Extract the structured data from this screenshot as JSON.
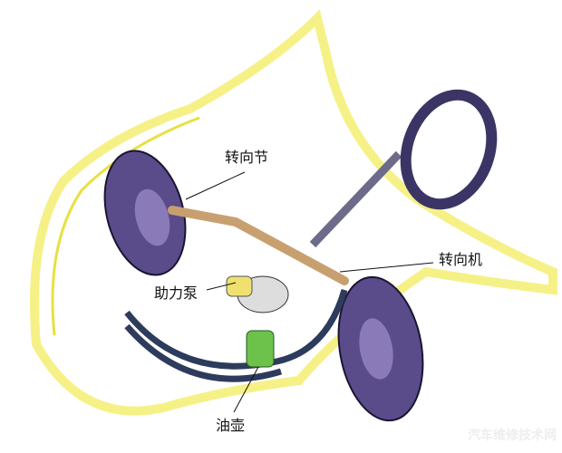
{
  "labels": {
    "steering_knuckle": "转向节",
    "steering_gear": "转向机",
    "power_pump": "助力泵",
    "oil_reservoir": "油壶"
  },
  "watermark": "汽车维修技术网",
  "colors": {
    "body_outline": "#f5f07a",
    "wheel": "#5a4b8a",
    "hose": "#2d3b5c",
    "reservoir": "#6cc24a"
  }
}
